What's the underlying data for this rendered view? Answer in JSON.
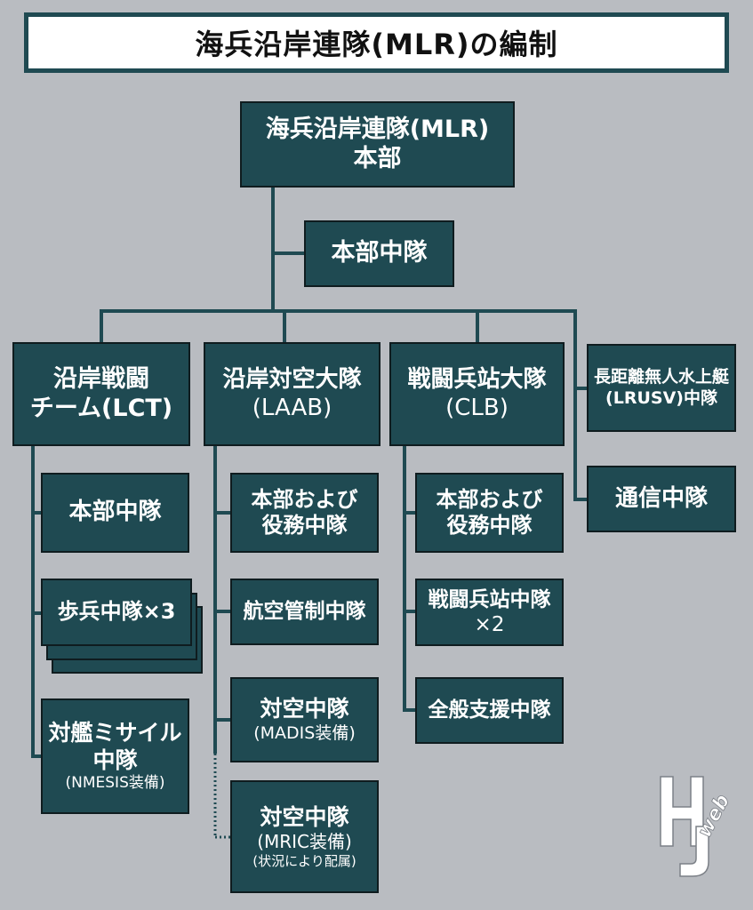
{
  "title": "海兵沿岸連隊(MLR)の編制",
  "hq": {
    "line1": "海兵沿岸連隊(MLR)",
    "line2": "本部"
  },
  "hq_company": "本部中隊",
  "lct": {
    "line1": "沿岸戦闘",
    "line2": "チーム(LCT)",
    "hq_company": "本部中隊",
    "infantry": "歩兵中隊×3",
    "missile": {
      "line1": "対艦ミサイル",
      "line2": "中隊",
      "line3": "(NMESIS装備)"
    }
  },
  "laab": {
    "line1": "沿岸対空大隊",
    "line2": "(LAAB)",
    "hq_service": {
      "line1": "本部および",
      "line2": "役務中隊"
    },
    "atc": "航空管制中隊",
    "madis": {
      "line1": "対空中隊",
      "line2": "(MADIS装備)"
    },
    "mric": {
      "line1": "対空中隊",
      "line2": "(MRIC装備)",
      "line3": "(状況により配属)"
    }
  },
  "clb": {
    "line1": "戦闘兵站大隊",
    "line2": "(CLB)",
    "hq_service": {
      "line1": "本部および",
      "line2": "役務中隊"
    },
    "logistics": {
      "line1": "戦闘兵站中隊",
      "line2": "×2"
    },
    "support": "全般支援中隊"
  },
  "lrusv": {
    "line1": "長距離無人水上艇",
    "line2": "(LRUSV)中隊"
  },
  "comm": "通信中隊",
  "logo": {
    "letter1": "H",
    "letter2": "J",
    "text": "web"
  },
  "colors": {
    "box": "#1f4a52",
    "line": "#1f4a52",
    "background": "#b9bcc1"
  }
}
